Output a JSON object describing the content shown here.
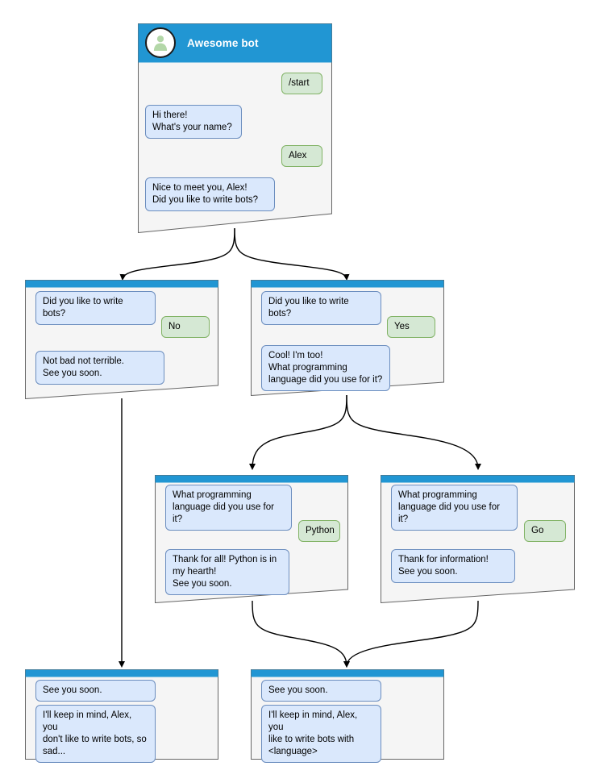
{
  "diagram": {
    "title": "Telegram bot conversation flow",
    "colors": {
      "header_blue": "#2196d3",
      "node_fill": "#f5f5f5",
      "node_stroke": "#666666",
      "bot_bubble_fill": "#dae8fc",
      "bot_bubble_stroke": "#6c8ebf",
      "user_bubble_fill": "#d5e8d4",
      "user_bubble_stroke": "#82b366",
      "edge_stroke": "#000000",
      "avatar_fill": "#ffffff",
      "avatar_person": "#b3d7a8"
    }
  },
  "nodes": {
    "root": {
      "name": "start-screen",
      "title": "Awesome bot",
      "avatar_icon": "person-avatar-icon",
      "messages": [
        {
          "role": "user",
          "text": "/start"
        },
        {
          "role": "bot",
          "text": "Hi there!\nWhat's your name?"
        },
        {
          "role": "user",
          "text": "Alex"
        },
        {
          "role": "bot",
          "text": "Nice to meet you, Alex!\nDid you like to write bots?"
        }
      ]
    },
    "no_branch": {
      "name": "did-you-like-no-screen",
      "messages": [
        {
          "role": "bot",
          "text": "Did you like to write bots?"
        },
        {
          "role": "user",
          "text": "No"
        },
        {
          "role": "bot",
          "text": "Not bad not terrible.\nSee you soon."
        }
      ]
    },
    "yes_branch": {
      "name": "did-you-like-yes-screen",
      "messages": [
        {
          "role": "bot",
          "text": "Did you like to write bots?"
        },
        {
          "role": "user",
          "text": "Yes"
        },
        {
          "role": "bot",
          "text": "Cool! I'm too!\nWhat programming\nlanguage did you use for it?"
        }
      ]
    },
    "python_branch": {
      "name": "language-python-screen",
      "messages": [
        {
          "role": "bot",
          "text": "What programming\nlanguage did you use for it?"
        },
        {
          "role": "user",
          "text": "Python"
        },
        {
          "role": "bot",
          "text": "Thank for all! Python is in\nmy hearth!\nSee you soon."
        }
      ]
    },
    "go_branch": {
      "name": "language-go-screen",
      "messages": [
        {
          "role": "bot",
          "text": "What programming\nlanguage did you use for it?"
        },
        {
          "role": "user",
          "text": "Go"
        },
        {
          "role": "bot",
          "text": "Thank for information!\nSee you soon."
        }
      ]
    },
    "end_sad": {
      "name": "end-screen-no-bots",
      "messages": [
        {
          "role": "bot",
          "text": "See you soon."
        },
        {
          "role": "bot",
          "text": "I'll keep in mind, Alex, you\ndon't like to write bots, so\nsad..."
        }
      ]
    },
    "end_happy": {
      "name": "end-screen-with-language",
      "messages": [
        {
          "role": "bot",
          "text": "See you soon."
        },
        {
          "role": "bot",
          "text": "I'll keep in mind, Alex, you\nlike to write bots with\n<language>"
        }
      ]
    }
  }
}
